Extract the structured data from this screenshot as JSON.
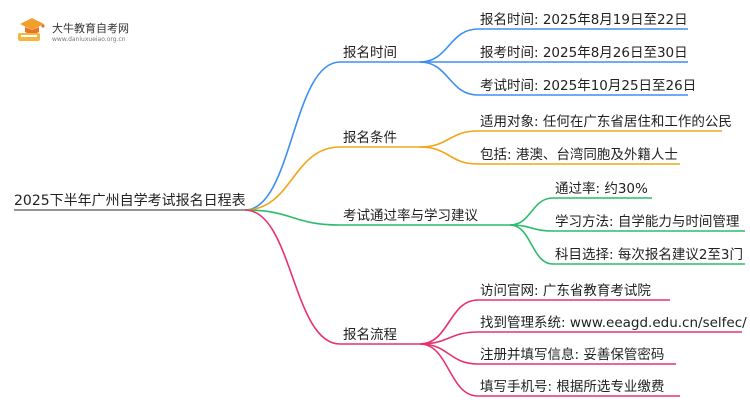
{
  "logo": {
    "title": "大牛教育自考网",
    "url": "www.daniuxueiao.org.cn",
    "icon": "graduation-book-icon"
  },
  "root": {
    "label": "2025下半年广州自学考试报名日程表"
  },
  "branches": [
    {
      "label": "报名时间",
      "color": "#3d8ff0",
      "children": [
        "报名时间: 2025年8月19日至22日",
        "报考时间: 2025年8月26日至30日",
        "考试时间: 2025年10月25日至26日"
      ]
    },
    {
      "label": "报名条件",
      "color": "#f2a516",
      "children": [
        "适用对象: 任何在广东省居住和工作的公民",
        "包括: 港澳、台湾同胞及外籍人士"
      ]
    },
    {
      "label": "考试通过率与学习建议",
      "color": "#2dbb6e",
      "children": [
        "通过率: 约30%",
        "学习方法: 自学能力与时间管理",
        "科目选择: 每次报名建议2至3门"
      ]
    },
    {
      "label": "报名流程",
      "color": "#e9316f",
      "children": [
        "访问官网: 广东省教育考试院",
        "找到管理系统: www.eeagd.edu.cn/selfec/",
        "注册并填写信息: 妥善保管密码",
        "填写手机号: 根据所选专业缴费"
      ]
    }
  ]
}
